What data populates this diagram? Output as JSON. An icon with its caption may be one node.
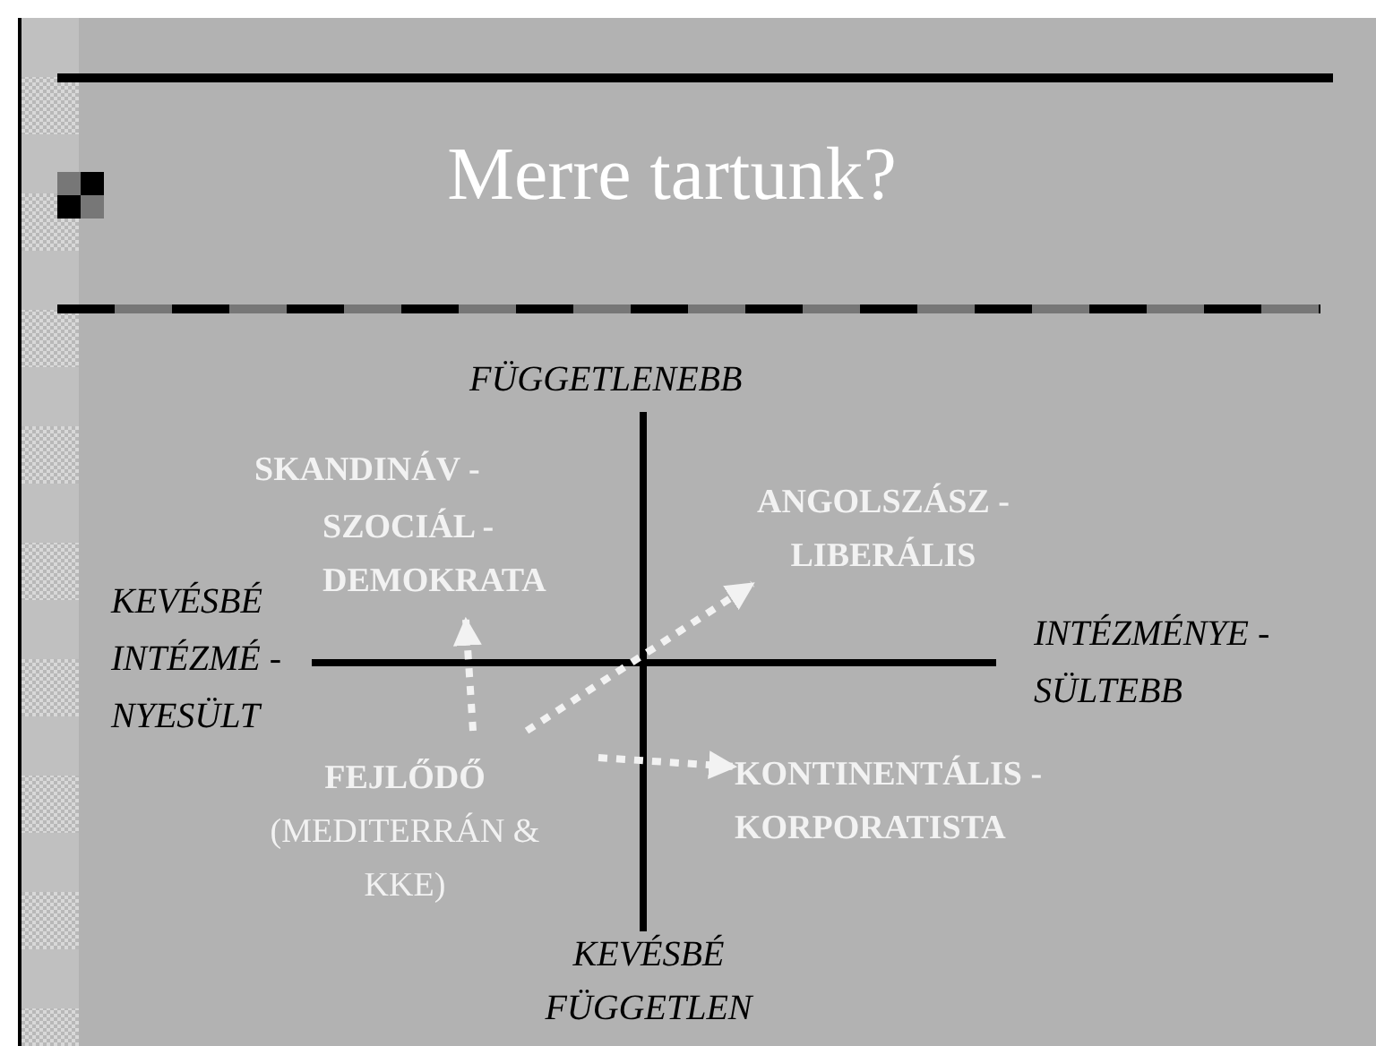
{
  "diagram": {
    "title": "Merre tartunk?",
    "nodes": [
      {
        "text": [
          "SKANDINÁV -",
          "SZOCIÁL - DEMOKRATA"
        ]
      },
      {
        "text": [
          "ANGOLSZÁSZ - LIBERÁLIS"
        ]
      },
      {
        "text": [
          "FEJLŐDŐ",
          "(MEDITERRÁN & KKE)"
        ]
      },
      {
        "text": [
          "KONTINENTÁLIS - KORPORATISTA"
        ]
      }
    ],
    "edges": [
      {
        "from": 2,
        "to": 0,
        "arrow": "to",
        "style": "dashed"
      },
      {
        "from": 2,
        "to": 1,
        "arrow": "to",
        "style": "dashed"
      },
      {
        "from": 2,
        "to": 3,
        "arrow": "to",
        "style": "dashed"
      }
    ],
    "labels": [
      "FÜGGETLENEBB",
      "KEVÉSBÉ INTÉZMÉ - NYESÜLT",
      "INTÉZMÉNYE - SÜLTEBB",
      "KEVÉSBÉ FÜGGETLEN"
    ]
  }
}
